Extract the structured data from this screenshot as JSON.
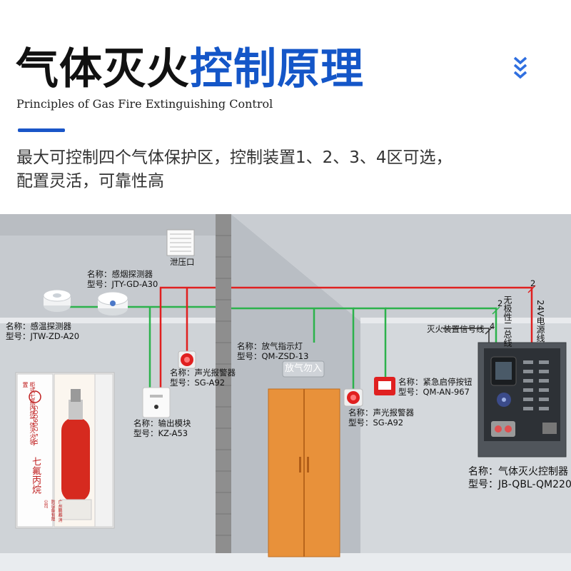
{
  "header": {
    "title_dark": "气体灭火",
    "title_blue": "控制原理",
    "subtitle": "Principles of Gas Fire Extinguishing Control",
    "description_line1": "最大可控制四个气体保护区，控制装置1、2、3、4区可选，",
    "description_line2": "配置灵活，可靠性高"
  },
  "colors": {
    "title_blue": "#1456c8",
    "wire_red": "#e02020",
    "wire_green": "#2cb24c",
    "door_orange": "#e8913a",
    "wall_gray": "#c9cdd2"
  },
  "scene": {
    "relief_vent": "泄压口",
    "smoke_detector": {
      "name": "名称：感烟探测器",
      "model": "型号：JTY-GD-A30"
    },
    "heat_detector": {
      "name": "名称：感温探测器",
      "model": "型号：JTW-ZD-A20"
    },
    "alarm_left": {
      "name": "名称：声光报警器",
      "model": "型号：SG-A92"
    },
    "output_module": {
      "name": "名称：输出模块",
      "model": "型号：KZ-A53"
    },
    "indicator_lamp": {
      "name": "名称：放气指示灯",
      "model": "型号：QM-ZSD-13"
    },
    "door_sign": "放气勿入",
    "alarm_right": {
      "name": "名称：声光报警器",
      "model": "型号：SG-A92"
    },
    "emergency_button": {
      "name": "名称：紧急启停按钮",
      "model": "型号：QM-AN-967"
    },
    "controller": {
      "name": "名称：气体灭火控制器",
      "model": "型号：JB-QBL-QM220"
    },
    "wire_labels": {
      "signal_line": "灭火装置信号线",
      "bus_line": "无极性二总线",
      "power_line": "24V电源线",
      "count_2a": "2",
      "count_2b": "2",
      "count_4": "4"
    },
    "cabinet": {
      "side_text": "柜式七氟丙烷气体灭火装置",
      "model_text": "GQQ90/2.5-XL",
      "agent_text": "七氟丙烷",
      "maker_text": "广州鹏越 消防设备有限公司"
    }
  }
}
